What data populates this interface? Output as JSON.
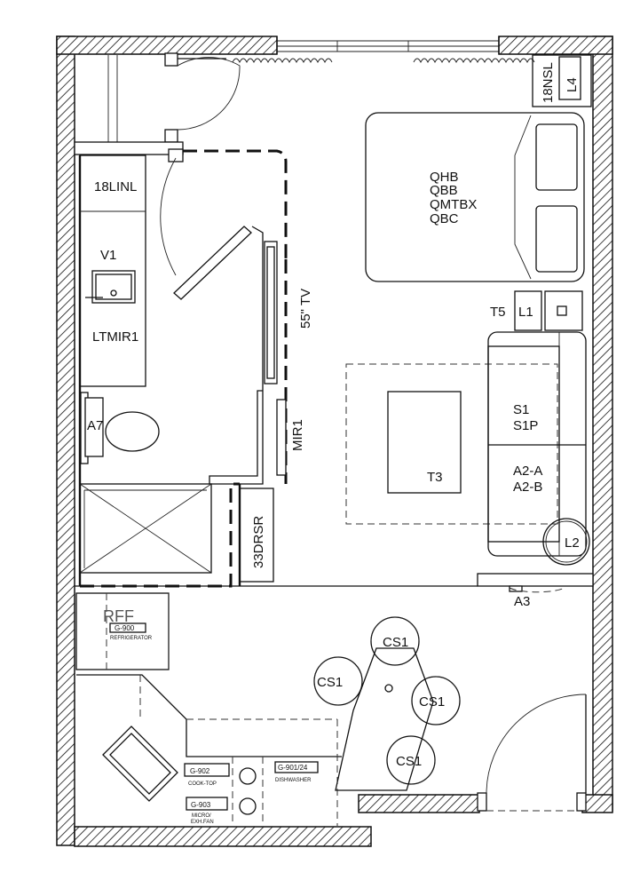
{
  "labels": {
    "linen": "18LINL",
    "vanity": "V1",
    "mirror_lt": "LTMIR1",
    "toilet": "A7",
    "tv": "55\" TV",
    "mirror": "MIR1",
    "dresser": "33DRSR",
    "nightstand": "18NSL",
    "lamp_l4": "L4",
    "bed_1": "QHB",
    "bed_2": "QBB",
    "bed_3": "QMTBX",
    "bed_4": "QBC",
    "table_t5": "T5",
    "lamp_l1": "L1",
    "sofa_1": "S1",
    "sofa_2": "S1P",
    "sofa_3": "A2-A",
    "sofa_4": "A2-B",
    "coffee_table": "T3",
    "lamp_l2": "L2",
    "a3": "A3",
    "rff": "RFF",
    "g900": "G-900",
    "refrigerator": "REFRIGERATOR",
    "g902": "G-902",
    "cooktop": "COOK-TOP",
    "g903": "G-903",
    "microwave_1": "MICRO/",
    "microwave_2": "EXH.FAN",
    "g901": "G-901/24",
    "dishwasher": "DISHWASHER",
    "chair": "CS1"
  }
}
